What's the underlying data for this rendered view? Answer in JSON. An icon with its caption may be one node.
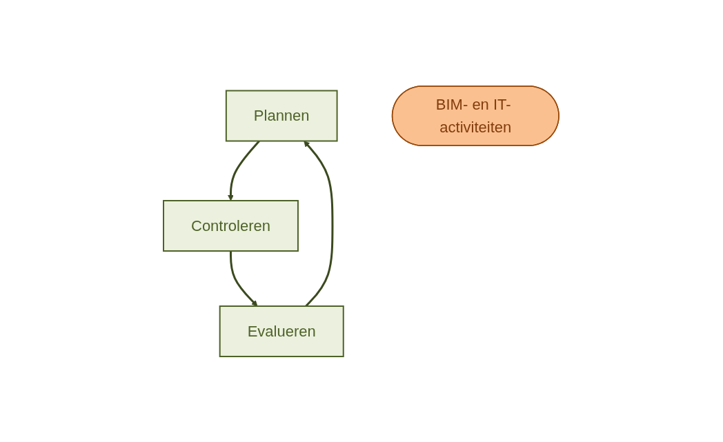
{
  "diagram": {
    "nodes": [
      {
        "text": [
          "Plannen"
        ]
      },
      {
        "text": [
          "BIM- en IT- activiteiten"
        ]
      },
      {
        "text": [
          "Evalueren"
        ]
      },
      {
        "text": [
          "Controleren"
        ]
      }
    ],
    "edges": [
      {
        "from": 0,
        "to": 3,
        "arrow": "to"
      },
      {
        "from": 3,
        "to": 2,
        "arrow": "to"
      },
      {
        "from": 2,
        "to": 0,
        "arrow": "to"
      }
    ]
  }
}
